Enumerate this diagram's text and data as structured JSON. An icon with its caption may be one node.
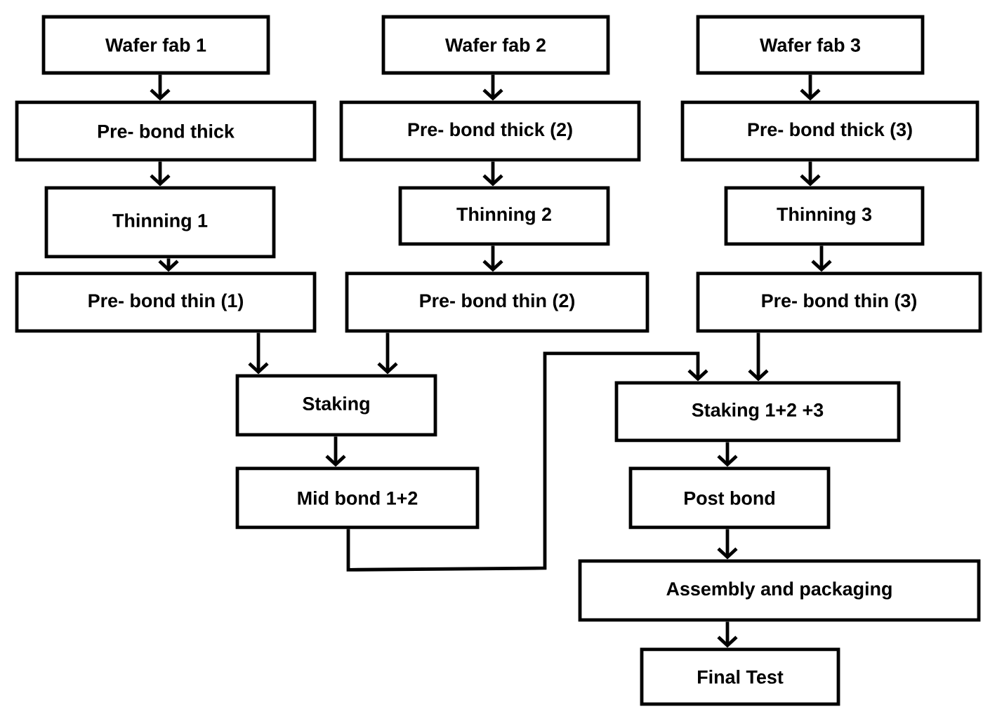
{
  "diagram": {
    "nodes": [
      {
        "text": [
          "Wafer fab 1"
        ]
      },
      {
        "text": [
          "Pre- bond thick"
        ]
      },
      {
        "text": [
          "Thinning 1"
        ]
      },
      {
        "text": [
          "Pre- bond thin (1)"
        ]
      },
      {
        "text": [
          "Wafer fab 2"
        ]
      },
      {
        "text": [
          "Pre- bond thick (2)"
        ]
      },
      {
        "text": [
          "Thinning 2"
        ]
      },
      {
        "text": [
          "Pre- bond thin (2)"
        ]
      },
      {
        "text": [
          "Wafer fab 3"
        ]
      },
      {
        "text": [
          "Pre- bond thick (3)"
        ]
      },
      {
        "text": [
          "Thinning 3"
        ]
      },
      {
        "text": [
          "Pre- bond thin (3)"
        ]
      },
      {
        "text": [
          "Staking"
        ]
      },
      {
        "text": [
          "Mid bond 1+2"
        ]
      },
      {
        "text": [
          "Staking 1+2 +3"
        ]
      },
      {
        "text": [
          "Post bond"
        ]
      },
      {
        "text": [
          "Assembly and packaging"
        ]
      },
      {
        "text": [
          "Final Test"
        ]
      }
    ],
    "edges": [
      {
        "from": 0,
        "to": 1,
        "arrow": "to"
      },
      {
        "from": 1,
        "to": 2,
        "arrow": "to"
      },
      {
        "from": 2,
        "to": 3,
        "arrow": "to"
      },
      {
        "from": 4,
        "to": 5,
        "arrow": "to"
      },
      {
        "from": 5,
        "to": 6,
        "arrow": "to"
      },
      {
        "from": 6,
        "to": 7,
        "arrow": "to"
      },
      {
        "from": 8,
        "to": 9,
        "arrow": "to"
      },
      {
        "from": 9,
        "to": 10,
        "arrow": "to"
      },
      {
        "from": 10,
        "to": 11,
        "arrow": "to"
      },
      {
        "from": 3,
        "to": 12,
        "arrow": "to"
      },
      {
        "from": 7,
        "to": 12,
        "arrow": "to"
      },
      {
        "from": 12,
        "to": 13,
        "arrow": "to"
      },
      {
        "from": 13,
        "to": 14,
        "arrow": "to"
      },
      {
        "from": 11,
        "to": 14,
        "arrow": "to"
      },
      {
        "from": 14,
        "to": 15,
        "arrow": "to"
      },
      {
        "from": 15,
        "to": 16,
        "arrow": "to"
      },
      {
        "from": 16,
        "to": 17,
        "arrow": "to"
      }
    ]
  }
}
